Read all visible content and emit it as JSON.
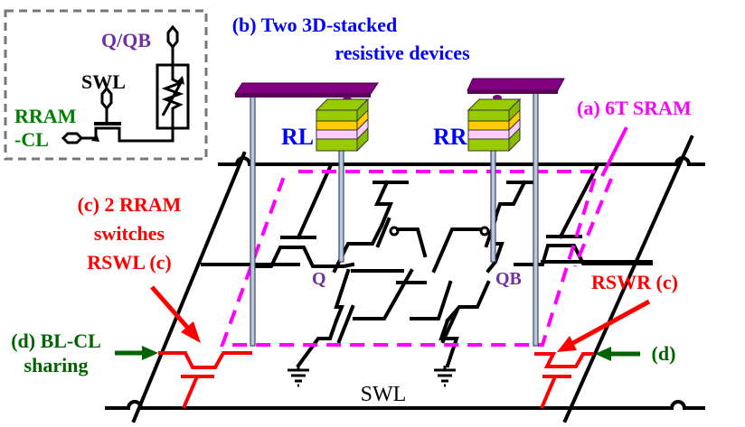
{
  "colors": {
    "wire": "#000000",
    "sram_outline": "#ff00ff",
    "rram_switch": "#ff0000",
    "arrow_green": "#006400",
    "label_blue": "#0000ff",
    "label_purple": "#7030a0",
    "label_green": "#008000",
    "plate_purple": "#800080",
    "layer_green": "#99cc00",
    "layer_yellow": "#ffcc00",
    "layer_pink": "#ffccff",
    "via_blue": "#b8c8e0"
  },
  "inset": {
    "node_label": "Q/QB",
    "gate_label": "SWL",
    "source_label_line1": "RRAM",
    "source_label_line2": "-CL"
  },
  "labels": {
    "title_b_line1": "(b) Two 3D-stacked",
    "title_b_line2": "resistive devices",
    "rl": "RL",
    "rr": "RR",
    "sram_a": "(a) 6T SRAM",
    "rram_c_line1": "(c) 2 RRAM",
    "rram_c_line2": "switches",
    "rswl": "RSWL (c)",
    "rswr": "RSWR (c)",
    "blcl_line1": "(d) BL-CL",
    "blcl_line2": "sharing",
    "d_right": "(d)",
    "q": "Q",
    "qb": "QB",
    "swl": "SWL"
  },
  "icons": {
    "ground_left": "ground-icon",
    "ground_right": "ground-icon",
    "variable_resistor": "variable-resistor-icon",
    "terminal": "terminal-hexagon-icon"
  }
}
